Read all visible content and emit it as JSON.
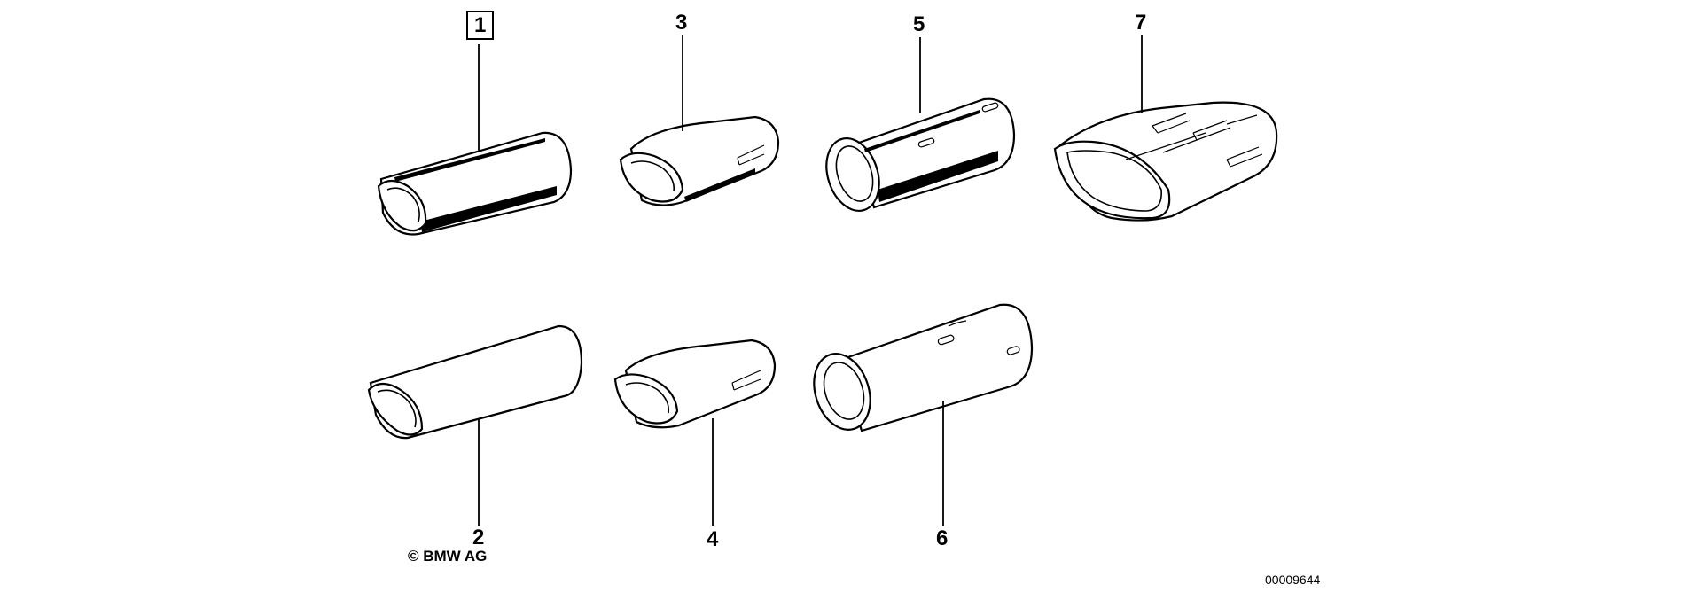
{
  "callouts": {
    "p1": "1",
    "p2": "2",
    "p3": "3",
    "p4": "4",
    "p5": "5",
    "p6": "6",
    "p7": "7"
  },
  "copyright": "© BMW AG",
  "diagram_id": "00009644"
}
